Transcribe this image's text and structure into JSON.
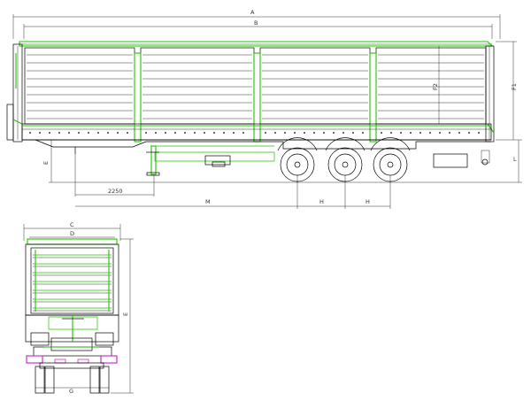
{
  "dimensions": {
    "side_view": {
      "overall_length": "A",
      "body_length": "B",
      "deck_height_front": "E",
      "side_height": "F1",
      "side_panel_height": "F2",
      "deck_height_rear": "L",
      "kingpin_to_leg": "2250",
      "kingpin_to_axle": "M",
      "axle_spacing_1": "H",
      "axle_spacing_2": "H"
    },
    "rear_view": {
      "overall_width": "C",
      "body_width": "D",
      "overall_height": "E",
      "track_width": "G"
    }
  },
  "colors": {
    "outline": "#000000",
    "highlight": "#22c400",
    "lights": "#cc33cc"
  }
}
